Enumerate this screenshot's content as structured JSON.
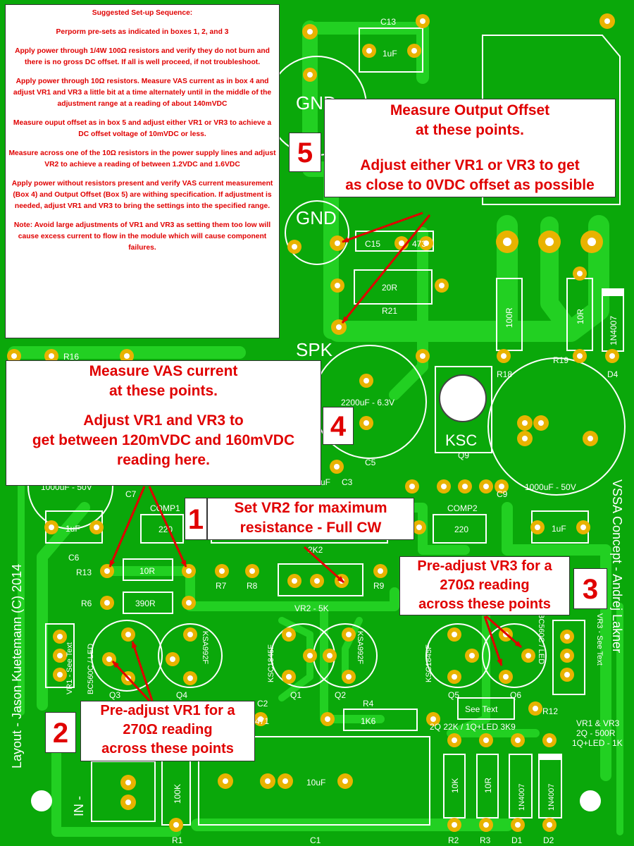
{
  "setup_notes": {
    "title": "Suggested Set-up Sequence:",
    "steps": [
      "Perporm pre-sets as indicated in boxes 1, 2, and 3",
      "Apply power through 1/4W 100Ω resistors and verify they do not burn and there is no gross DC offset. If all is well proceed, if not troubleshoot.",
      "Apply power through 10Ω resistors. Measure VAS current as in box 4 and adjust VR1 and VR3 a little bit at a time alternately until in the middle of the adjustment range at a reading of about 140mVDC",
      "Measure ouput offset as in box 5 and adjust either VR1 or VR3 to achieve a DC offset voltage of 10mVDC or less.",
      "Measure across one of the 10Ω resistors in the power supply lines and adjust VR2 to achieve a reading of between 1.2VDC and 1.6VDC",
      "Apply power without resistors present and verify VAS current measurement (Box 4) and Output Offset (Box 5) are withing specification. If adjustment is needed, adjust VR1 and VR3 to bring the settings into the specified range.",
      "Note: Avoid large adjustments of VR1 and VR3 as setting them too low will cause excess current to flow in the module which will cause component failures."
    ]
  },
  "box5": {
    "number": "5",
    "line1": "Measure Output Offset",
    "line2": "at these points.",
    "line3": "Adjust either VR1 or VR3 to get",
    "line4": "as close to 0VDC offset as possible"
  },
  "box4": {
    "number": "4",
    "line1": "Measure VAS current",
    "line2": "at these points.",
    "line3": "Adjust VR1 and VR3 to",
    "line4": "get between 120mVDC and 160mVDC",
    "line5": "reading here."
  },
  "box1": {
    "number": "1",
    "line1": "Set VR2 for maximum",
    "line2": "resistance - Full CW"
  },
  "box3": {
    "number": "3",
    "line1": "Pre-adjust VR3 for a",
    "line2": "270Ω reading",
    "line3": "across these points"
  },
  "box2": {
    "number": "2",
    "line1": "Pre-adjust VR1 for a",
    "line2": "270Ω reading",
    "line3": "across these points"
  },
  "silk": {
    "c13": "C13",
    "c13_val": "1uF",
    "gnd_top": "GND",
    "gnd": "GND",
    "spk": "SPK",
    "c15": "C15",
    "c15_val": "473",
    "r21": "R21",
    "r21_val": "20R",
    "r18": "R18",
    "r18_val": "100R",
    "r19": "R19",
    "r19_val": "10R",
    "d4": "D4",
    "d4_val": "1N4007",
    "r16": "R16",
    "c5_val": "2200uF - 6.3V",
    "c5": "C5",
    "c3": "C3",
    "c3_val": "uF",
    "q9": "Q9",
    "ksc": "KSC",
    "c9": "C9",
    "big_cap_val": "1000uF - 50V",
    "left_cap_val": "1000uF - 50V",
    "c7": "C7",
    "comp1": "COMP1",
    "comp2": "COMP2",
    "c6": "C6",
    "c6_val": "1uF",
    "c8_val": "1uF",
    "c4_val": "220",
    "c10_val": "220",
    "r13": "R13",
    "r13_val": "10R",
    "r6": "R6",
    "r6_val": "390R",
    "r7": "R7",
    "r8": "R8",
    "r9": "R9",
    "r7_val": "2K2",
    "vr2": "VR2 - 5K",
    "vr1_see": "VR1 - See Text",
    "vr3_see": "VR3 - See Text",
    "q3_type": "BC560C / LED",
    "q6_type": "BC560C / LED",
    "q3": "Q3",
    "q4": "Q4",
    "q1": "Q1",
    "q2": "Q2",
    "q5": "Q5",
    "q6": "Q6",
    "q4_type": "KSA992F",
    "q2_type": "KSA992F",
    "q1_type": "KSC1845F",
    "q5_type": "KSC1845F",
    "c2": "C2",
    "c2_val": "471",
    "r4": "R4",
    "r4_val": "1K6",
    "see_text": "See Text",
    "r12": "R12",
    "variant": "2Q 22K / 1Q+LED 3K9",
    "vr_note1": "VR1 & VR3",
    "vr_note2": "2Q - 500R",
    "vr_note3": "1Q+LED - 1K",
    "r1": "R1",
    "r1_val": "100K",
    "c1": "C1",
    "c1_val": "10uF",
    "r2": "R2",
    "r2_val": "10K",
    "r3": "R3",
    "r3_val": "10R",
    "d1": "D1",
    "d1_val": "1N4007",
    "d2": "D2",
    "d2_val": "1N4007",
    "layout": "Layout - Jason Kuetemann   (C) 2014",
    "concept": "VSSA Concept - Andrej Lakner",
    "in": "IN -"
  },
  "colors": {
    "board": "#0aa80a",
    "trace": "#22d022",
    "pad": "#e8b300",
    "silk": "#ffffff",
    "note_text": "#e00000",
    "arrow": "#e00000"
  }
}
